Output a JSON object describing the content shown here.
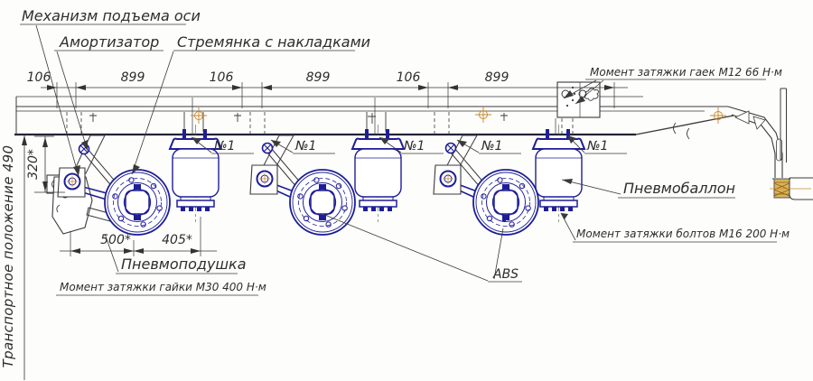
{
  "drawing": {
    "title_labels": {
      "lift_mechanism": "Механизм подъема оси",
      "shock_absorber": "Амортизатор",
      "u_bolt": "Стремянка с накладками",
      "air_bag": "Пневмобаллон",
      "air_cushion": "Пневмоподушка",
      "abs": "ABS",
      "transport_position": "Транспортное положение 490",
      "position_no1": "№1"
    },
    "torque_notes": {
      "m12": "Момент затяжки гаек М12 66 Н·м",
      "m30": "Момент затяжки гайки М30 400 Н·м",
      "m16": "Момент затяжки болтов М16 200 Н·м"
    },
    "dimensions": {
      "top_chain": [
        "106",
        "899",
        "106",
        "899",
        "106",
        "899"
      ],
      "height_320": "320*",
      "width_500": "500*",
      "width_405": "405*"
    },
    "colors": {
      "line": "#3a3a3a",
      "suspension": "#1e1e96",
      "accent": "#c8882a",
      "frame_bottom": "#23233a",
      "background": "#fdfdfc"
    }
  }
}
